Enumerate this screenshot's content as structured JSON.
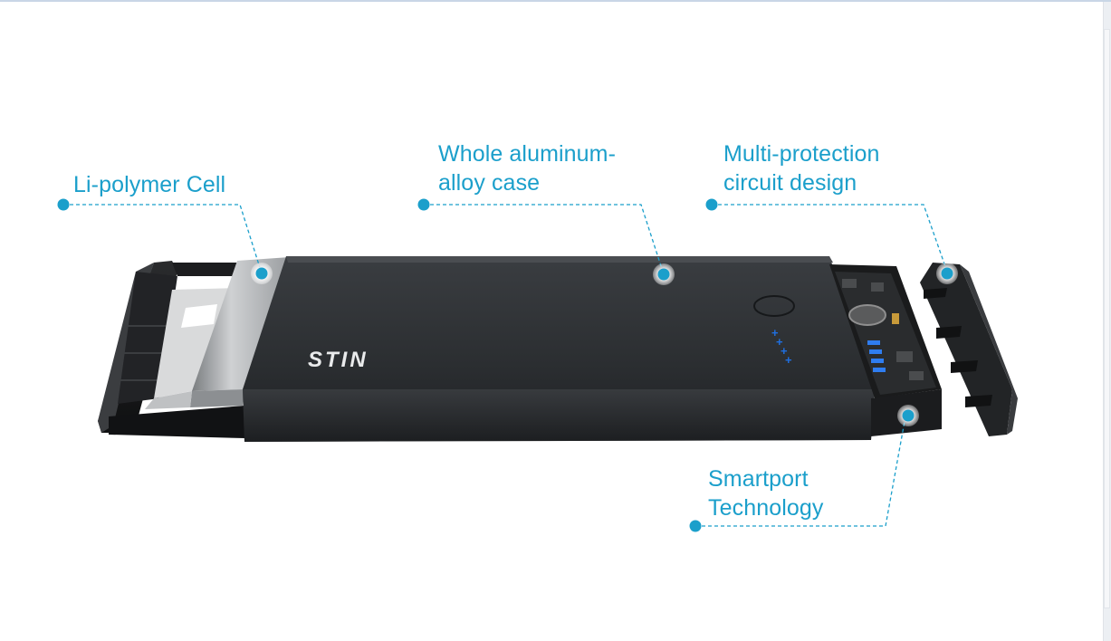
{
  "labels": {
    "cell": {
      "line1": "Li-polymer Cell"
    },
    "case": {
      "line1": "Whole aluminum-",
      "line2": "alloy case"
    },
    "circuit": {
      "line1": "Multi-protection",
      "line2": "circuit design"
    },
    "smartport": {
      "line1": "Smartport",
      "line2": "Technology"
    }
  },
  "device": {
    "brand": "STIN"
  },
  "colors": {
    "accent": "#1b9fcb",
    "body": "#2b2d30",
    "led": "#1f6fe0"
  }
}
